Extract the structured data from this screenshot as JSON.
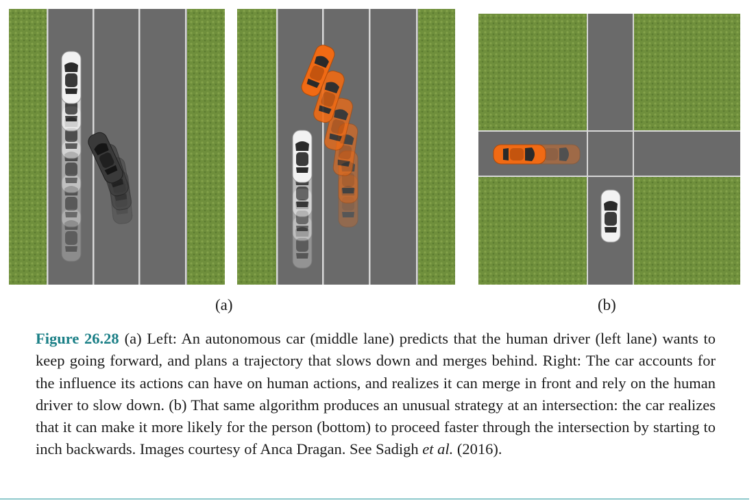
{
  "figure": {
    "number": "Figure 26.28",
    "caption_parts": [
      "(a) Left: An autonomous car (middle lane) predicts that the human driver (left lane) wants to keep going forward, and plans a trajectory that slows down and merges behind. Right: The car accounts for the influence its actions can have on human actions, and realizes it can merge in front and rely on the human driver to slow down. (b) That same algorithm produces an unusual strategy at an intersection: the car realizes that it can make it more likely for the person (bottom) to proceed faster through the intersection by starting to inch backwards. Images courtesy of Anca Dragan. See Sadigh ",
      "et al.",
      " (2016)."
    ]
  },
  "subfigures": {
    "a_label": "(a)",
    "b_label": "(b)"
  },
  "colors": {
    "grass": "#6f8f3c",
    "road": "#6a6a6a",
    "lane_line": "#d8d8d8",
    "human_car": "#f2f2f2",
    "robot_car_dark": "#3a3a3a",
    "robot_car_orange": "#f06a14",
    "caption_accent": "#1a7f86",
    "rule": "#2a9aa0"
  },
  "icons": [
    "car-white-icon",
    "car-dark-icon",
    "car-orange-icon"
  ]
}
